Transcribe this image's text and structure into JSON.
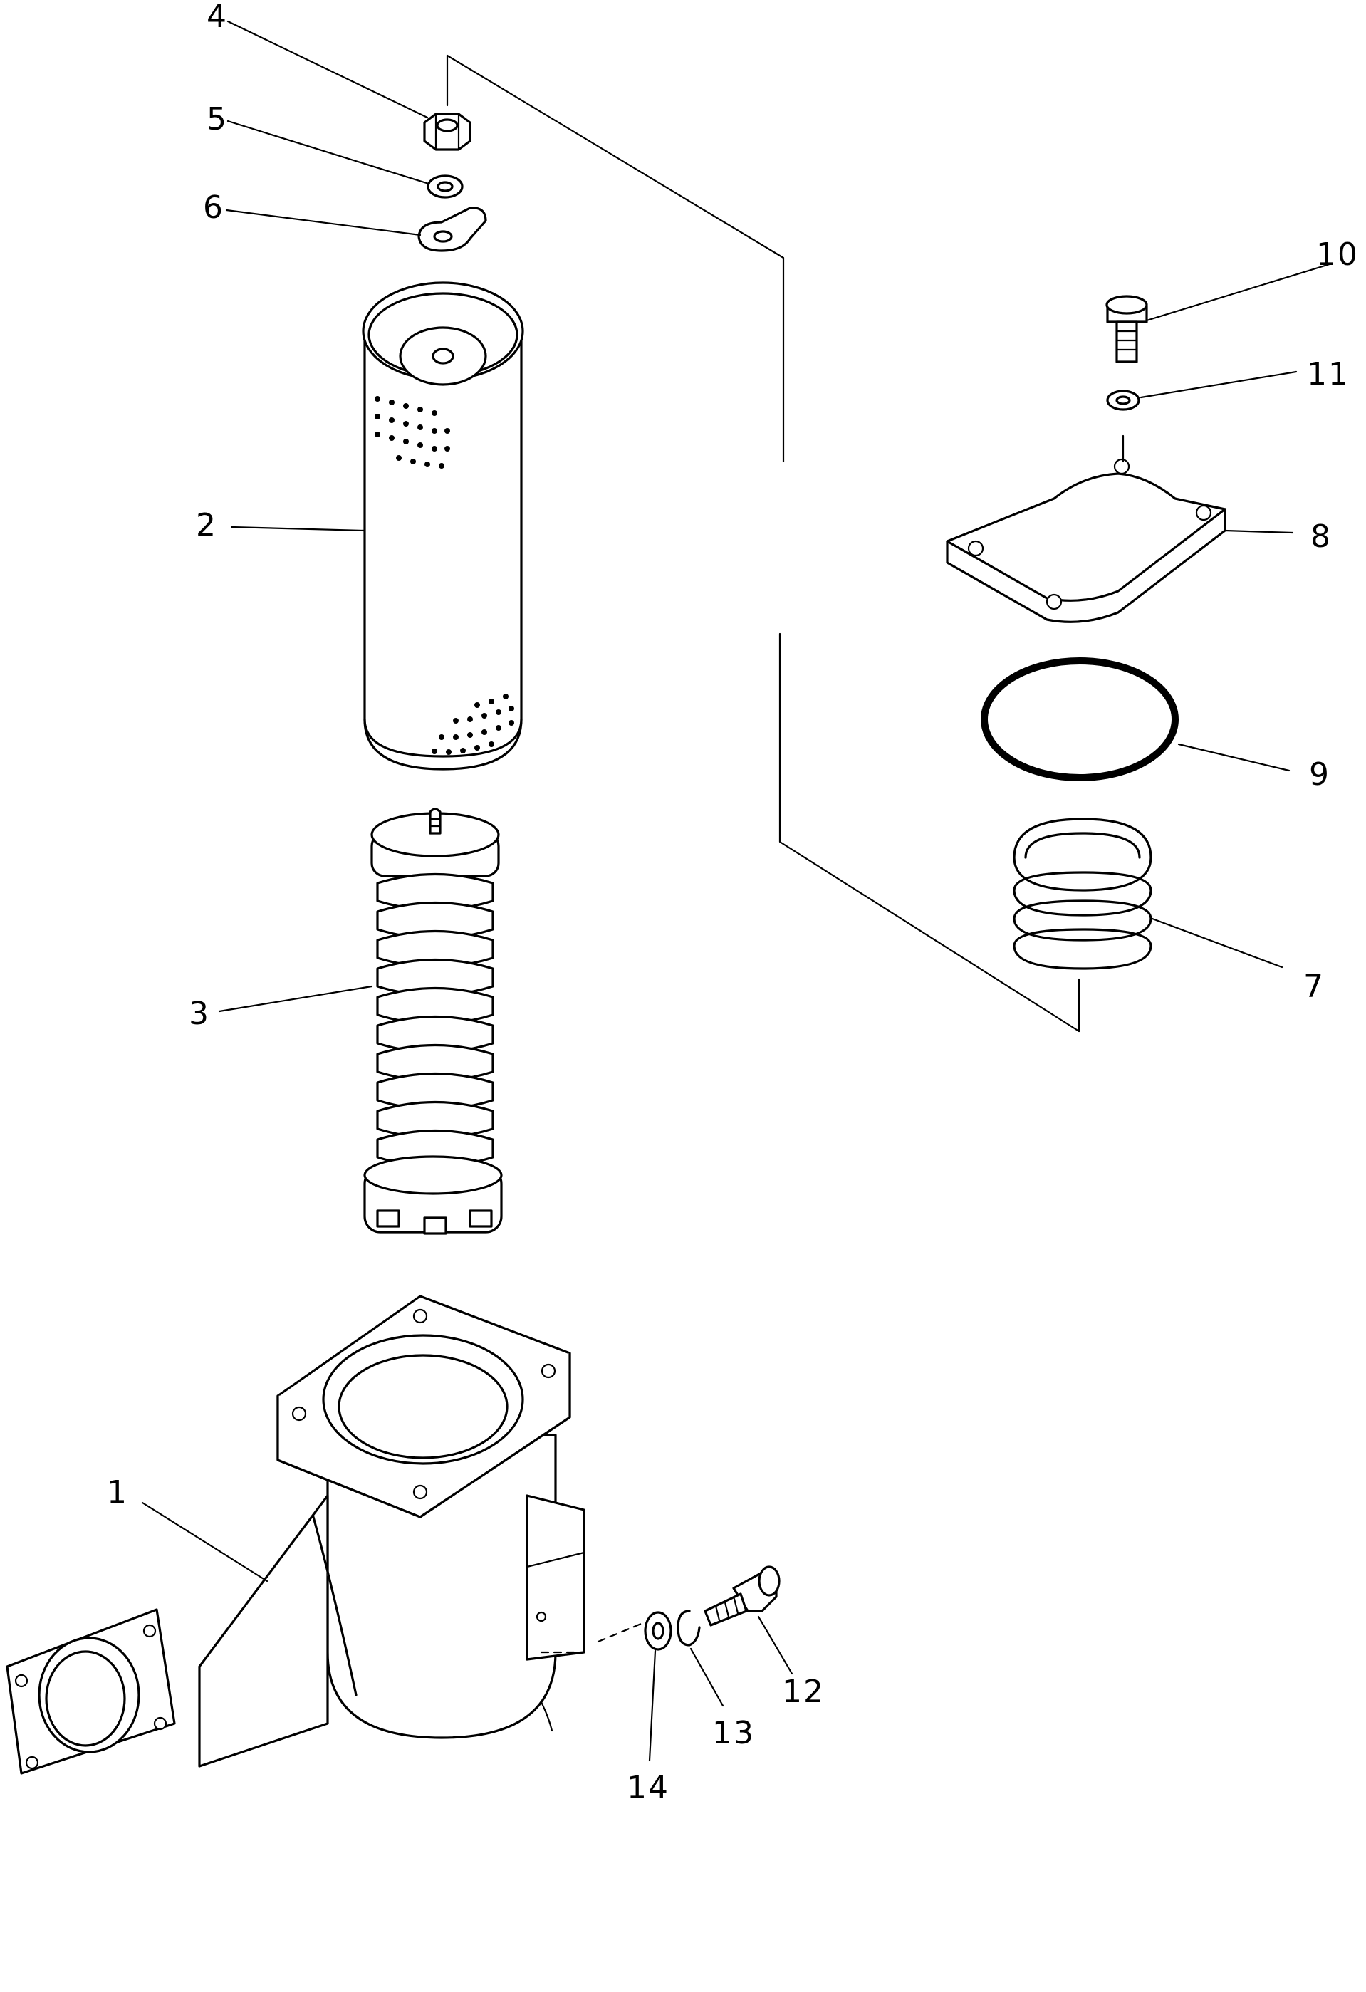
{
  "diagram": {
    "callouts": [
      {
        "id": "1",
        "text": "1"
      },
      {
        "id": "2",
        "text": "2"
      },
      {
        "id": "3",
        "text": "3"
      },
      {
        "id": "4",
        "text": "4"
      },
      {
        "id": "5",
        "text": "5"
      },
      {
        "id": "6",
        "text": "6"
      },
      {
        "id": "7",
        "text": "7"
      },
      {
        "id": "8",
        "text": "8"
      },
      {
        "id": "9",
        "text": "9"
      },
      {
        "id": "10",
        "text": "10"
      },
      {
        "id": "11",
        "text": "11"
      },
      {
        "id": "12",
        "text": "12"
      },
      {
        "id": "13",
        "text": "13"
      },
      {
        "id": "14",
        "text": "14"
      }
    ],
    "parts": [
      {
        "id": "1",
        "name": "filter-case"
      },
      {
        "id": "2",
        "name": "filter-element"
      },
      {
        "id": "3",
        "name": "inner-element"
      },
      {
        "id": "4",
        "name": "nut"
      },
      {
        "id": "5",
        "name": "washer"
      },
      {
        "id": "6",
        "name": "lock-plate"
      },
      {
        "id": "7",
        "name": "spring"
      },
      {
        "id": "8",
        "name": "cover"
      },
      {
        "id": "9",
        "name": "o-ring"
      },
      {
        "id": "10",
        "name": "bolt"
      },
      {
        "id": "11",
        "name": "washer"
      },
      {
        "id": "12",
        "name": "bolt"
      },
      {
        "id": "13",
        "name": "lock-washer"
      },
      {
        "id": "14",
        "name": "washer"
      }
    ]
  }
}
